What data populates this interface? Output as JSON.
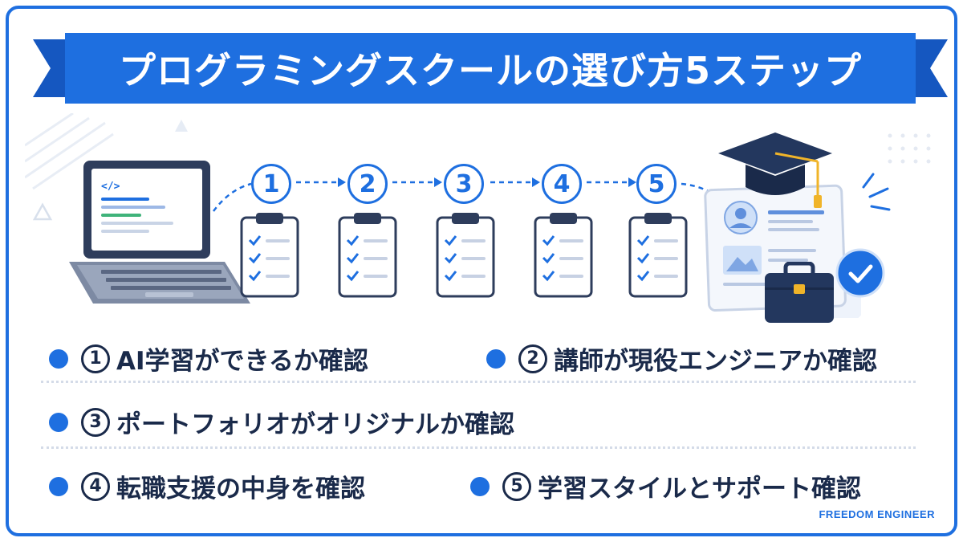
{
  "title": "プログラミングスクールの選び方5ステップ",
  "steps": [
    "1",
    "2",
    "3",
    "4",
    "5"
  ],
  "items": [
    {
      "num": "1",
      "text": "AI学習ができるか確認"
    },
    {
      "num": "2",
      "text": "講師が現役エンジニアか確認"
    },
    {
      "num": "3",
      "text": "ポートフォリオがオリジナルか確認"
    },
    {
      "num": "4",
      "text": "転職支援の中身を確認"
    },
    {
      "num": "5",
      "text": "学習スタイルとサポート確認"
    }
  ],
  "laptop_code_tag": "</>",
  "brand": "FREEDOM ENGINEER",
  "colors": {
    "accent": "#1e6fe0",
    "navy": "#1a2a4a",
    "cap": "#23375e",
    "tassel": "#f0b429"
  },
  "icons": [
    "laptop-icon",
    "clipboard-icon",
    "graduation-cap-icon",
    "resume-icon",
    "briefcase-icon",
    "check-badge-icon"
  ]
}
